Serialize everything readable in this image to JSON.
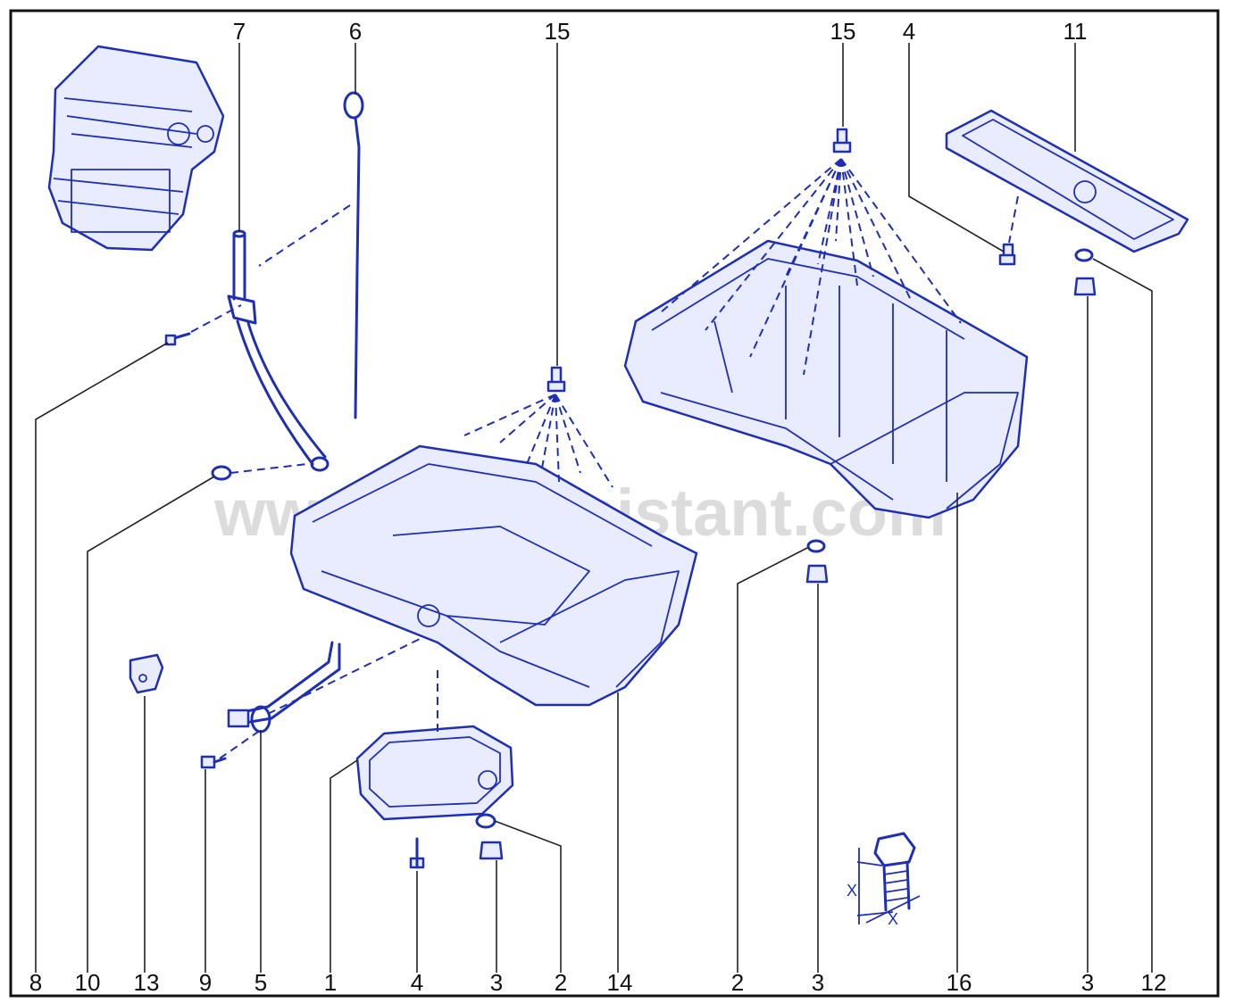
{
  "callouts_top": [
    {
      "id": "top-7",
      "label": "7"
    },
    {
      "id": "top-6",
      "label": "6"
    },
    {
      "id": "top-15a",
      "label": "15"
    },
    {
      "id": "top-15b",
      "label": "15"
    },
    {
      "id": "top-4",
      "label": "4"
    },
    {
      "id": "top-11",
      "label": "11"
    }
  ],
  "callouts_bottom": [
    {
      "id": "bot-8",
      "label": "8"
    },
    {
      "id": "bot-10",
      "label": "10"
    },
    {
      "id": "bot-13",
      "label": "13"
    },
    {
      "id": "bot-9",
      "label": "9"
    },
    {
      "id": "bot-5",
      "label": "5"
    },
    {
      "id": "bot-1",
      "label": "1"
    },
    {
      "id": "bot-4",
      "label": "4"
    },
    {
      "id": "bot-3a",
      "label": "3"
    },
    {
      "id": "bot-2a",
      "label": "2"
    },
    {
      "id": "bot-14",
      "label": "14"
    },
    {
      "id": "bot-2b",
      "label": "2"
    },
    {
      "id": "bot-3b",
      "label": "3"
    },
    {
      "id": "bot-16",
      "label": "16"
    },
    {
      "id": "bot-3c",
      "label": "3"
    },
    {
      "id": "bot-12",
      "label": "12"
    }
  ],
  "watermark": "www.car-assistant.com",
  "bolt_dimension_label": "X",
  "colors": {
    "line": "#1f2fb5",
    "frame": "#111111"
  }
}
